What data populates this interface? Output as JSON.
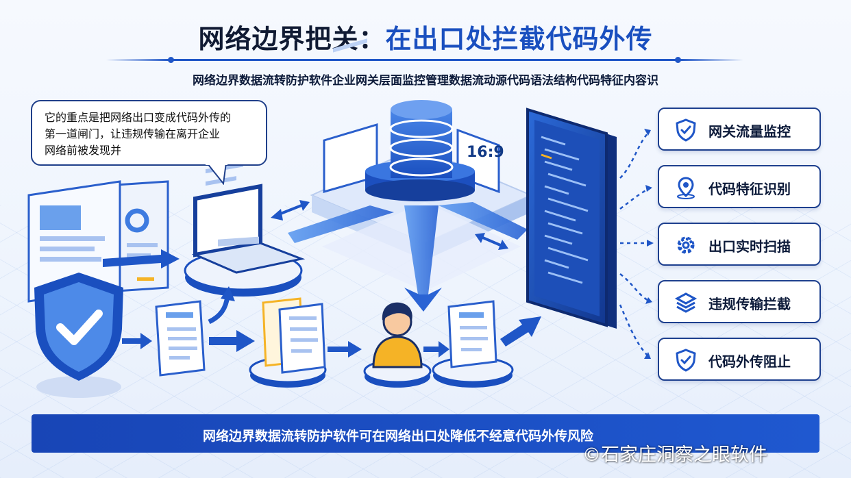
{
  "header": {
    "title_part1": "网络边界把关：",
    "title_part2": "在出口处拦截代码外传",
    "subtitle": "网络边界数据流转防护软件企业网关层面监控管理数据流动源代码语法结构代码特征内容识"
  },
  "bubble": {
    "line1": "它的重点是把网络出口变成代码外传的",
    "line2": "第一道闸门，让违规传输在离开企业",
    "line3": "网络前被发现并"
  },
  "aspect_label": "16:9",
  "features": [
    {
      "label": "网关流量监控",
      "icon": "shield-check-icon"
    },
    {
      "label": "代码特征识别",
      "icon": "location-pin-icon"
    },
    {
      "label": "出口实时扫描",
      "icon": "gear-icon"
    },
    {
      "label": "违规传输拦截",
      "icon": "layers-icon"
    },
    {
      "label": "代码外传阻止",
      "icon": "shield-check-icon"
    }
  ],
  "footer": {
    "banner": "网络边界数据流转防护软件可在网络出口处降低不经意代码外传风险",
    "watermark": "©石家庄洞察之眼软件"
  },
  "colors": {
    "primary": "#1f56c7",
    "dark_navy": "#0b2a6b",
    "accent_yellow": "#f5b326"
  }
}
